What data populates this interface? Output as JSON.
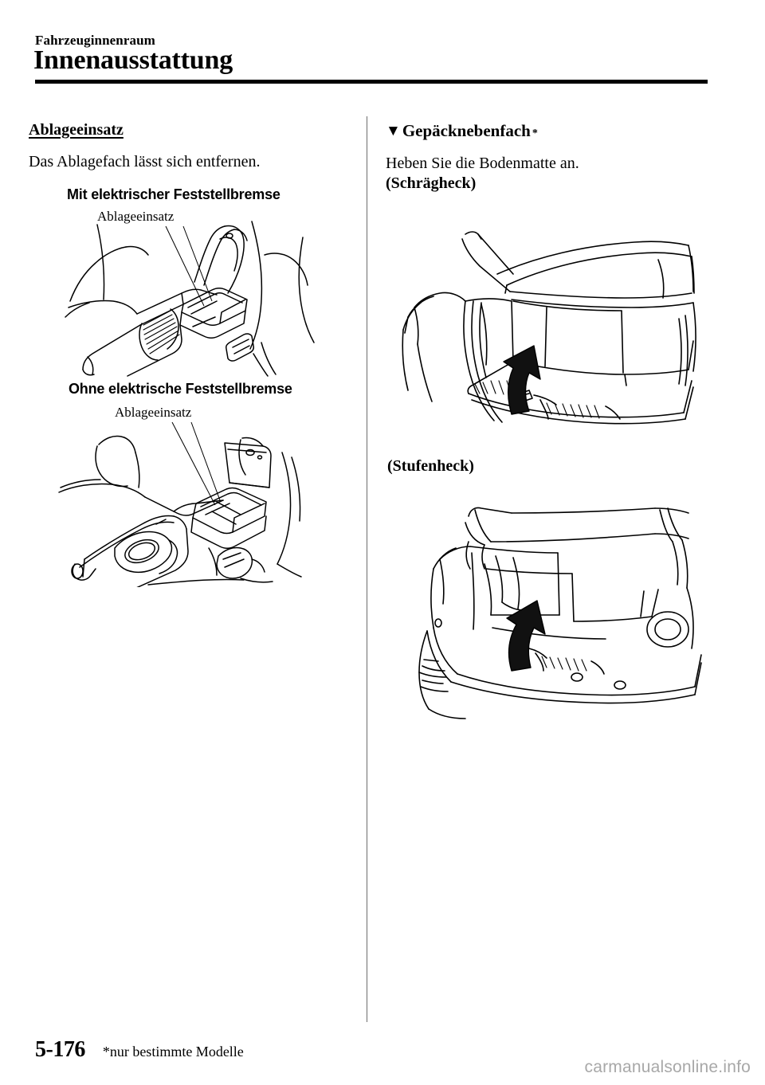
{
  "header": {
    "breadcrumb": "Fahrzeuginnenraum",
    "title": "Innenausstattung"
  },
  "left_column": {
    "section_heading": "Ablageeinsatz",
    "intro_text": "Das Ablagefach lässt sich entfernen.",
    "figures": [
      {
        "sub_heading": "Mit elektrischer Feststellbremse",
        "callout": "Ablageeinsatz",
        "illustration": "center-console-with-electric-parking-brake"
      },
      {
        "sub_heading": "Ohne elektrische Feststellbremse",
        "callout": "Ablageeinsatz",
        "illustration": "center-console-without-electric-parking-brake"
      }
    ]
  },
  "right_column": {
    "marker": "▼",
    "section_heading": "Gepäcknebenfach",
    "heading_asterisk": "*",
    "intro_text": "Heben Sie die Bodenmatte an.",
    "figures": [
      {
        "variant_label": "(Schrägheck)",
        "illustration": "hatchback-cargo-area-floor-mat-arrow"
      },
      {
        "variant_label": "(Stufenheck)",
        "illustration": "sedan-trunk-floor-mat-arrow"
      }
    ]
  },
  "footer": {
    "page_number": "5-176",
    "footnote": "*nur bestimmte Modelle",
    "watermark": "carmanualsonline.info"
  }
}
